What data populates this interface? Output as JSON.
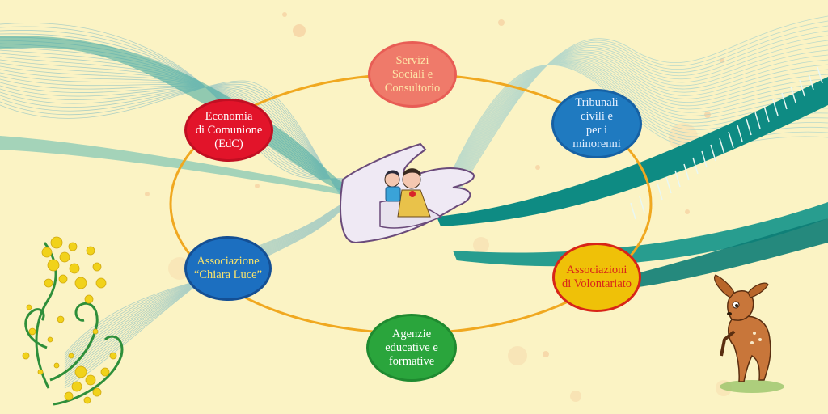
{
  "diagram": {
    "nodes": {
      "servizi": {
        "label": "Servizi\nSociali e\nConsultorio",
        "color": "#ef7a6a"
      },
      "tribunali": {
        "label": "Tribunali\ncivili e\nper i\nminorenni",
        "color": "#1f7ac0"
      },
      "economia": {
        "label": "Economia\ndi Comunione\n(EdC)",
        "color": "#e2142a"
      },
      "assoc_cl": {
        "label": "Associazione\n“Chiara Luce”",
        "color": "#1c6fc0"
      },
      "assoc_vol": {
        "label": "Associazioni\ndi Volontariato",
        "color": "#efc108"
      },
      "agenzie": {
        "label": "Agenzie\neducative e\nformative",
        "color": "#2aa53c"
      }
    },
    "center_image": "hands-holding-mother-and-child-icon",
    "decorations": [
      "mimosa-flower-icon",
      "fawn-icon"
    ],
    "ring_color": "#f0a820",
    "background_color": "#fbf3c4"
  }
}
